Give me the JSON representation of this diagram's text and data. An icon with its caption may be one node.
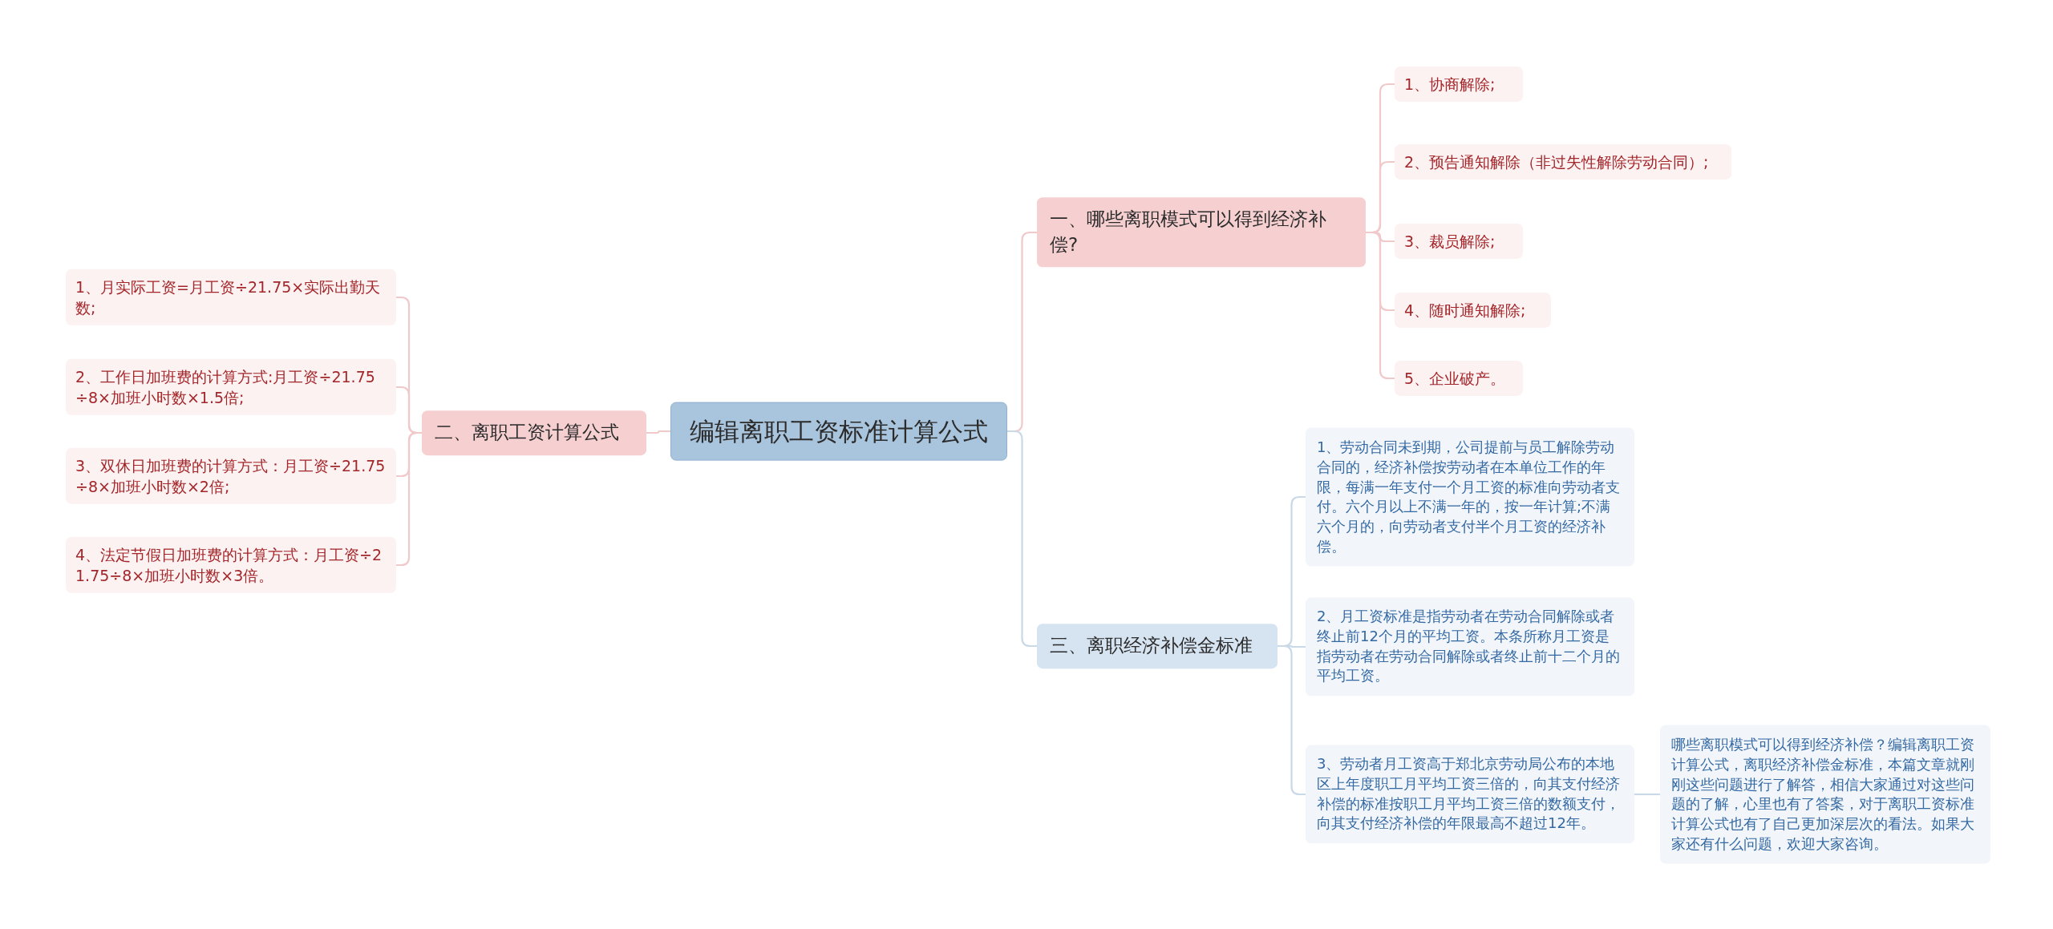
{
  "diagram": {
    "nodes": [
      {
        "text": [
          "编辑离职工资标准计算公式"
        ]
      },
      {
        "text": [
          "一、哪些离职模式可以得到经济补偿?"
        ]
      },
      {
        "text": [
          "1、协商解除;"
        ]
      },
      {
        "text": [
          "2、预告通知解除（非过失性解除劳动合同）;"
        ]
      },
      {
        "text": [
          "3、裁员解除;"
        ]
      },
      {
        "text": [
          "4、随时通知解除;"
        ]
      },
      {
        "text": [
          "5、企业破产。"
        ]
      },
      {
        "text": [
          "二、离职工资计算公式"
        ]
      },
      {
        "text": [
          "1、月实际工资=月工资÷21.75×实际出勤天数;"
        ]
      },
      {
        "text": [
          "2、工作日加班费的计算方式:月工资÷21.75÷8×加班小时数×1.5倍;"
        ]
      },
      {
        "text": [
          "3、双休日加班费的计算方式：月工资÷21.75÷8×加班小时数×2倍;"
        ]
      },
      {
        "text": [
          "4、法定节假日加班费的计算方式：月工资÷21.75÷8×加班小时数×3倍。"
        ]
      },
      {
        "text": [
          "三、离职经济补偿金标准"
        ]
      },
      {
        "text": [
          "1、劳动合同未到期，公司提前与员工解除劳动合同的，经济补偿按劳动者在本单位工作的年限，每满一年支付一个月工资的标准向劳动者支付。六个月以上不满一年的，按一年计算;不满六个月的，向劳动者支付半个月工资的经济补偿。"
        ]
      },
      {
        "text": [
          "2、月工资标准是指劳动者在劳动合同解除或者终止前12个月的平均工资。本条所称月工资是指劳动者在劳动合同解除或者终止前十二个月的平均工资。"
        ]
      },
      {
        "text": [
          "3、劳动者月工资高于郑北京劳动局公布的本地区上年度职工月平均工资三倍的，向其支付经济补偿的标准按职工月平均工资三倍的数额支付，向其支付经济补偿的年限最高不超过12年。"
        ]
      },
      {
        "text": [
          "哪些离职模式可以得到经济补偿？编辑离职工资计算公式，离职经济补偿金标准，本篇文章就刚刚这些问题进行了解答，相信大家通过对这些问题的了解，心里也有了答案，对于离职工资标准计算公式也有了自己更加深层次的看法。如果大家还有什么问题，欢迎大家咨询。"
        ]
      }
    ],
    "edges": [
      {
        "from": 0,
        "to": 1,
        "arrow": "none"
      },
      {
        "from": 1,
        "to": 2,
        "arrow": "none"
      },
      {
        "from": 1,
        "to": 3,
        "arrow": "none"
      },
      {
        "from": 1,
        "to": 4,
        "arrow": "none"
      },
      {
        "from": 1,
        "to": 5,
        "arrow": "none"
      },
      {
        "from": 1,
        "to": 6,
        "arrow": "none"
      },
      {
        "from": 0,
        "to": 7,
        "arrow": "none"
      },
      {
        "from": 7,
        "to": 8,
        "arrow": "none"
      },
      {
        "from": 7,
        "to": 9,
        "arrow": "none"
      },
      {
        "from": 7,
        "to": 10,
        "arrow": "none"
      },
      {
        "from": 7,
        "to": 11,
        "arrow": "none"
      },
      {
        "from": 0,
        "to": 12,
        "arrow": "none",
        "color": "#c9d9e8"
      },
      {
        "from": 12,
        "to": 13,
        "arrow": "none",
        "color": "#c9d9e8"
      },
      {
        "from": 12,
        "to": 14,
        "arrow": "none",
        "color": "#c9d9e8"
      },
      {
        "from": 12,
        "to": 15,
        "arrow": "none",
        "color": "#c9d9e8"
      },
      {
        "from": 15,
        "to": 16,
        "arrow": "none",
        "color": "#c9d9e8"
      }
    ]
  }
}
